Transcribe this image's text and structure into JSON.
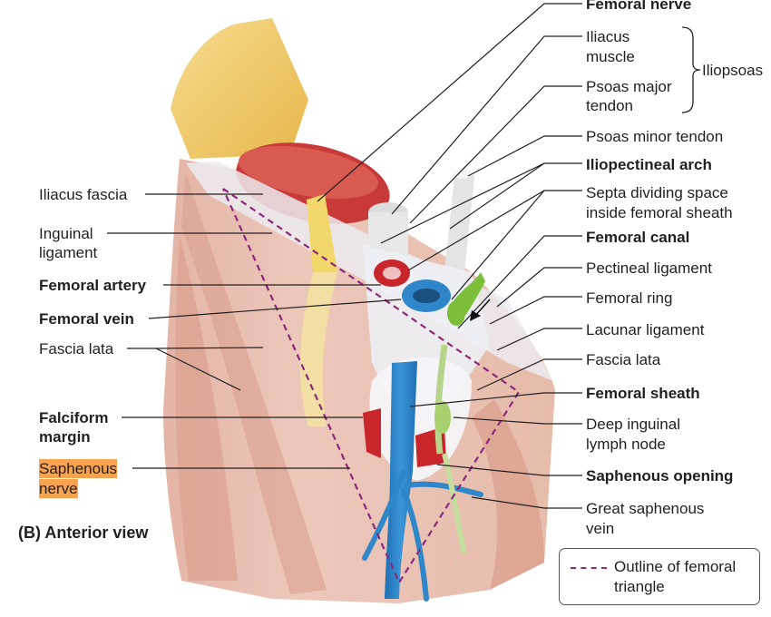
{
  "labels": {
    "femoral_nerve": "Femoral nerve",
    "iliacus_muscle_1": "Iliacus",
    "iliacus_muscle_2": "muscle",
    "psoas_major_1": "Psoas major",
    "psoas_major_2": "tendon",
    "iliopsoas": "Iliopsoas",
    "psoas_minor": "Psoas minor tendon",
    "iliopectineal_arch": "Iliopectineal arch",
    "septa_1": "Septa dividing space",
    "septa_2": "inside femoral sheath",
    "femoral_canal": "Femoral canal",
    "pectineal_ligament": "Pectineal ligament",
    "femoral_ring": "Femoral ring",
    "lacunar_ligament": "Lacunar ligament",
    "fascia_lata_right": "Fascia lata",
    "femoral_sheath": "Femoral sheath",
    "deep_lymph_1": "Deep inguinal",
    "deep_lymph_2": "lymph node",
    "saphenous_opening": "Saphenous opening",
    "great_saphenous_1": "Great saphenous",
    "great_saphenous_2": "vein",
    "iliacus_fascia": "Iliacus fascia",
    "inguinal_1": "Inguinal",
    "inguinal_2": "ligament",
    "femoral_artery": "Femoral artery",
    "femoral_vein": "Femoral vein",
    "fascia_lata_left": "Fascia lata",
    "falciform_1": "Falciform",
    "falciform_2": "margin",
    "saphenous_nerve_1": "Saphenous",
    "saphenous_nerve_2": "nerve",
    "view": "(B) Anterior view"
  },
  "legend": {
    "line1": "Outline of femoral",
    "line2": "triangle",
    "dash_color": "#8b2a7a"
  },
  "colors": {
    "muscle": "#c83a3a",
    "vein": "#2f86c8",
    "artery": "#c8262a",
    "nerve": "#f2d86a",
    "lymph": "#7dbf3b",
    "highlight": "#f7a350"
  }
}
